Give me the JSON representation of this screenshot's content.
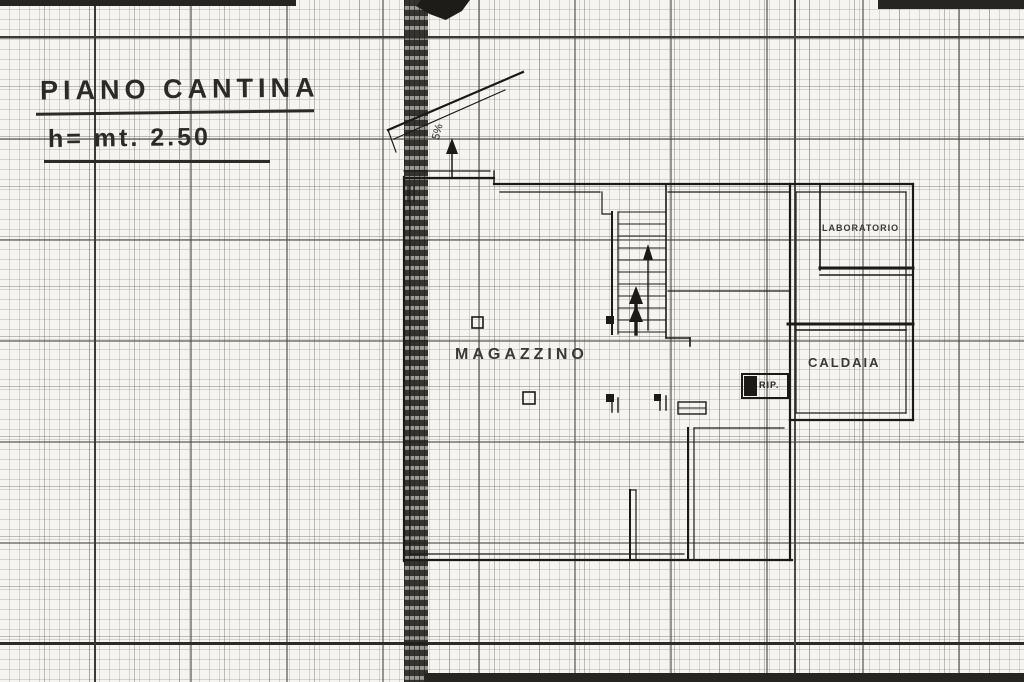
{
  "document": {
    "title": "PIANO CANTINA",
    "height_note": "h= mt. 2.50"
  },
  "plan": {
    "rooms": {
      "magazzino": "MAGAZZINO",
      "caldaia": "CALDAIA",
      "laboratorio": "LABORATORIO",
      "rip": "RIP."
    },
    "ramp_slope": "5%"
  },
  "colors": {
    "ink": "#1b1a17",
    "pencil": "#3a3935",
    "paper": "#f5f4f0"
  }
}
